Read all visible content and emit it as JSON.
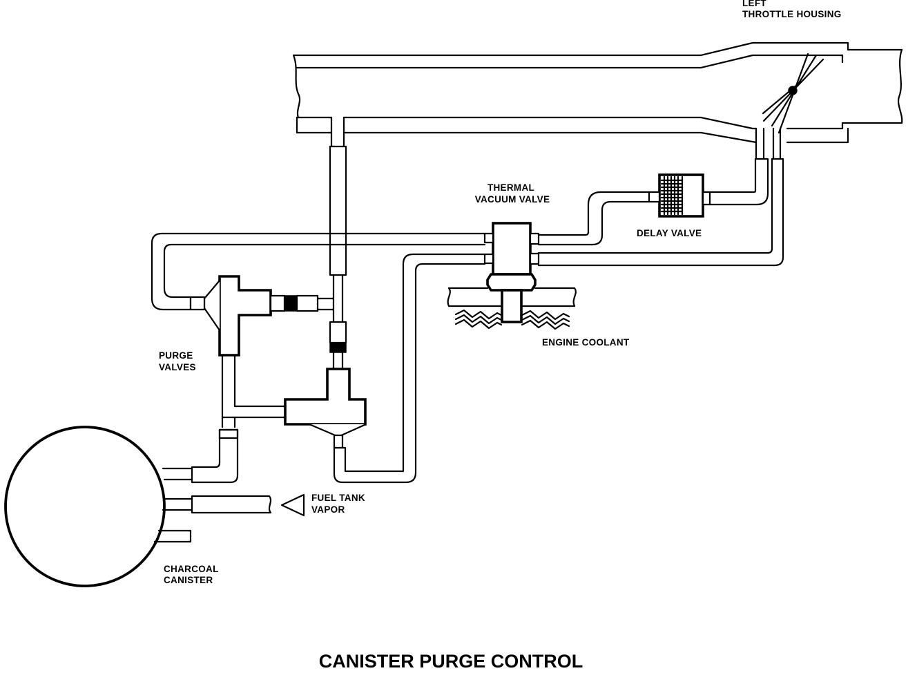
{
  "diagram": {
    "title": "CANISTER PURGE CONTROL",
    "labels": {
      "throttle_housing_line1": "LEFT",
      "throttle_housing_line2": "THROTTLE HOUSING",
      "thermal_vacuum_valve_line1": "THERMAL",
      "thermal_vacuum_valve_line2": "VACUUM VALVE",
      "delay_valve": "DELAY VALVE",
      "engine_coolant": "ENGINE COOLANT",
      "purge_valves_line1": "PURGE",
      "purge_valves_line2": "VALVES",
      "fuel_tank_vapor_line1": "FUEL TANK",
      "fuel_tank_vapor_line2": "VAPOR",
      "charcoal_canister_line1": "CHARCOAL",
      "charcoal_canister_line2": "CANISTER"
    }
  }
}
